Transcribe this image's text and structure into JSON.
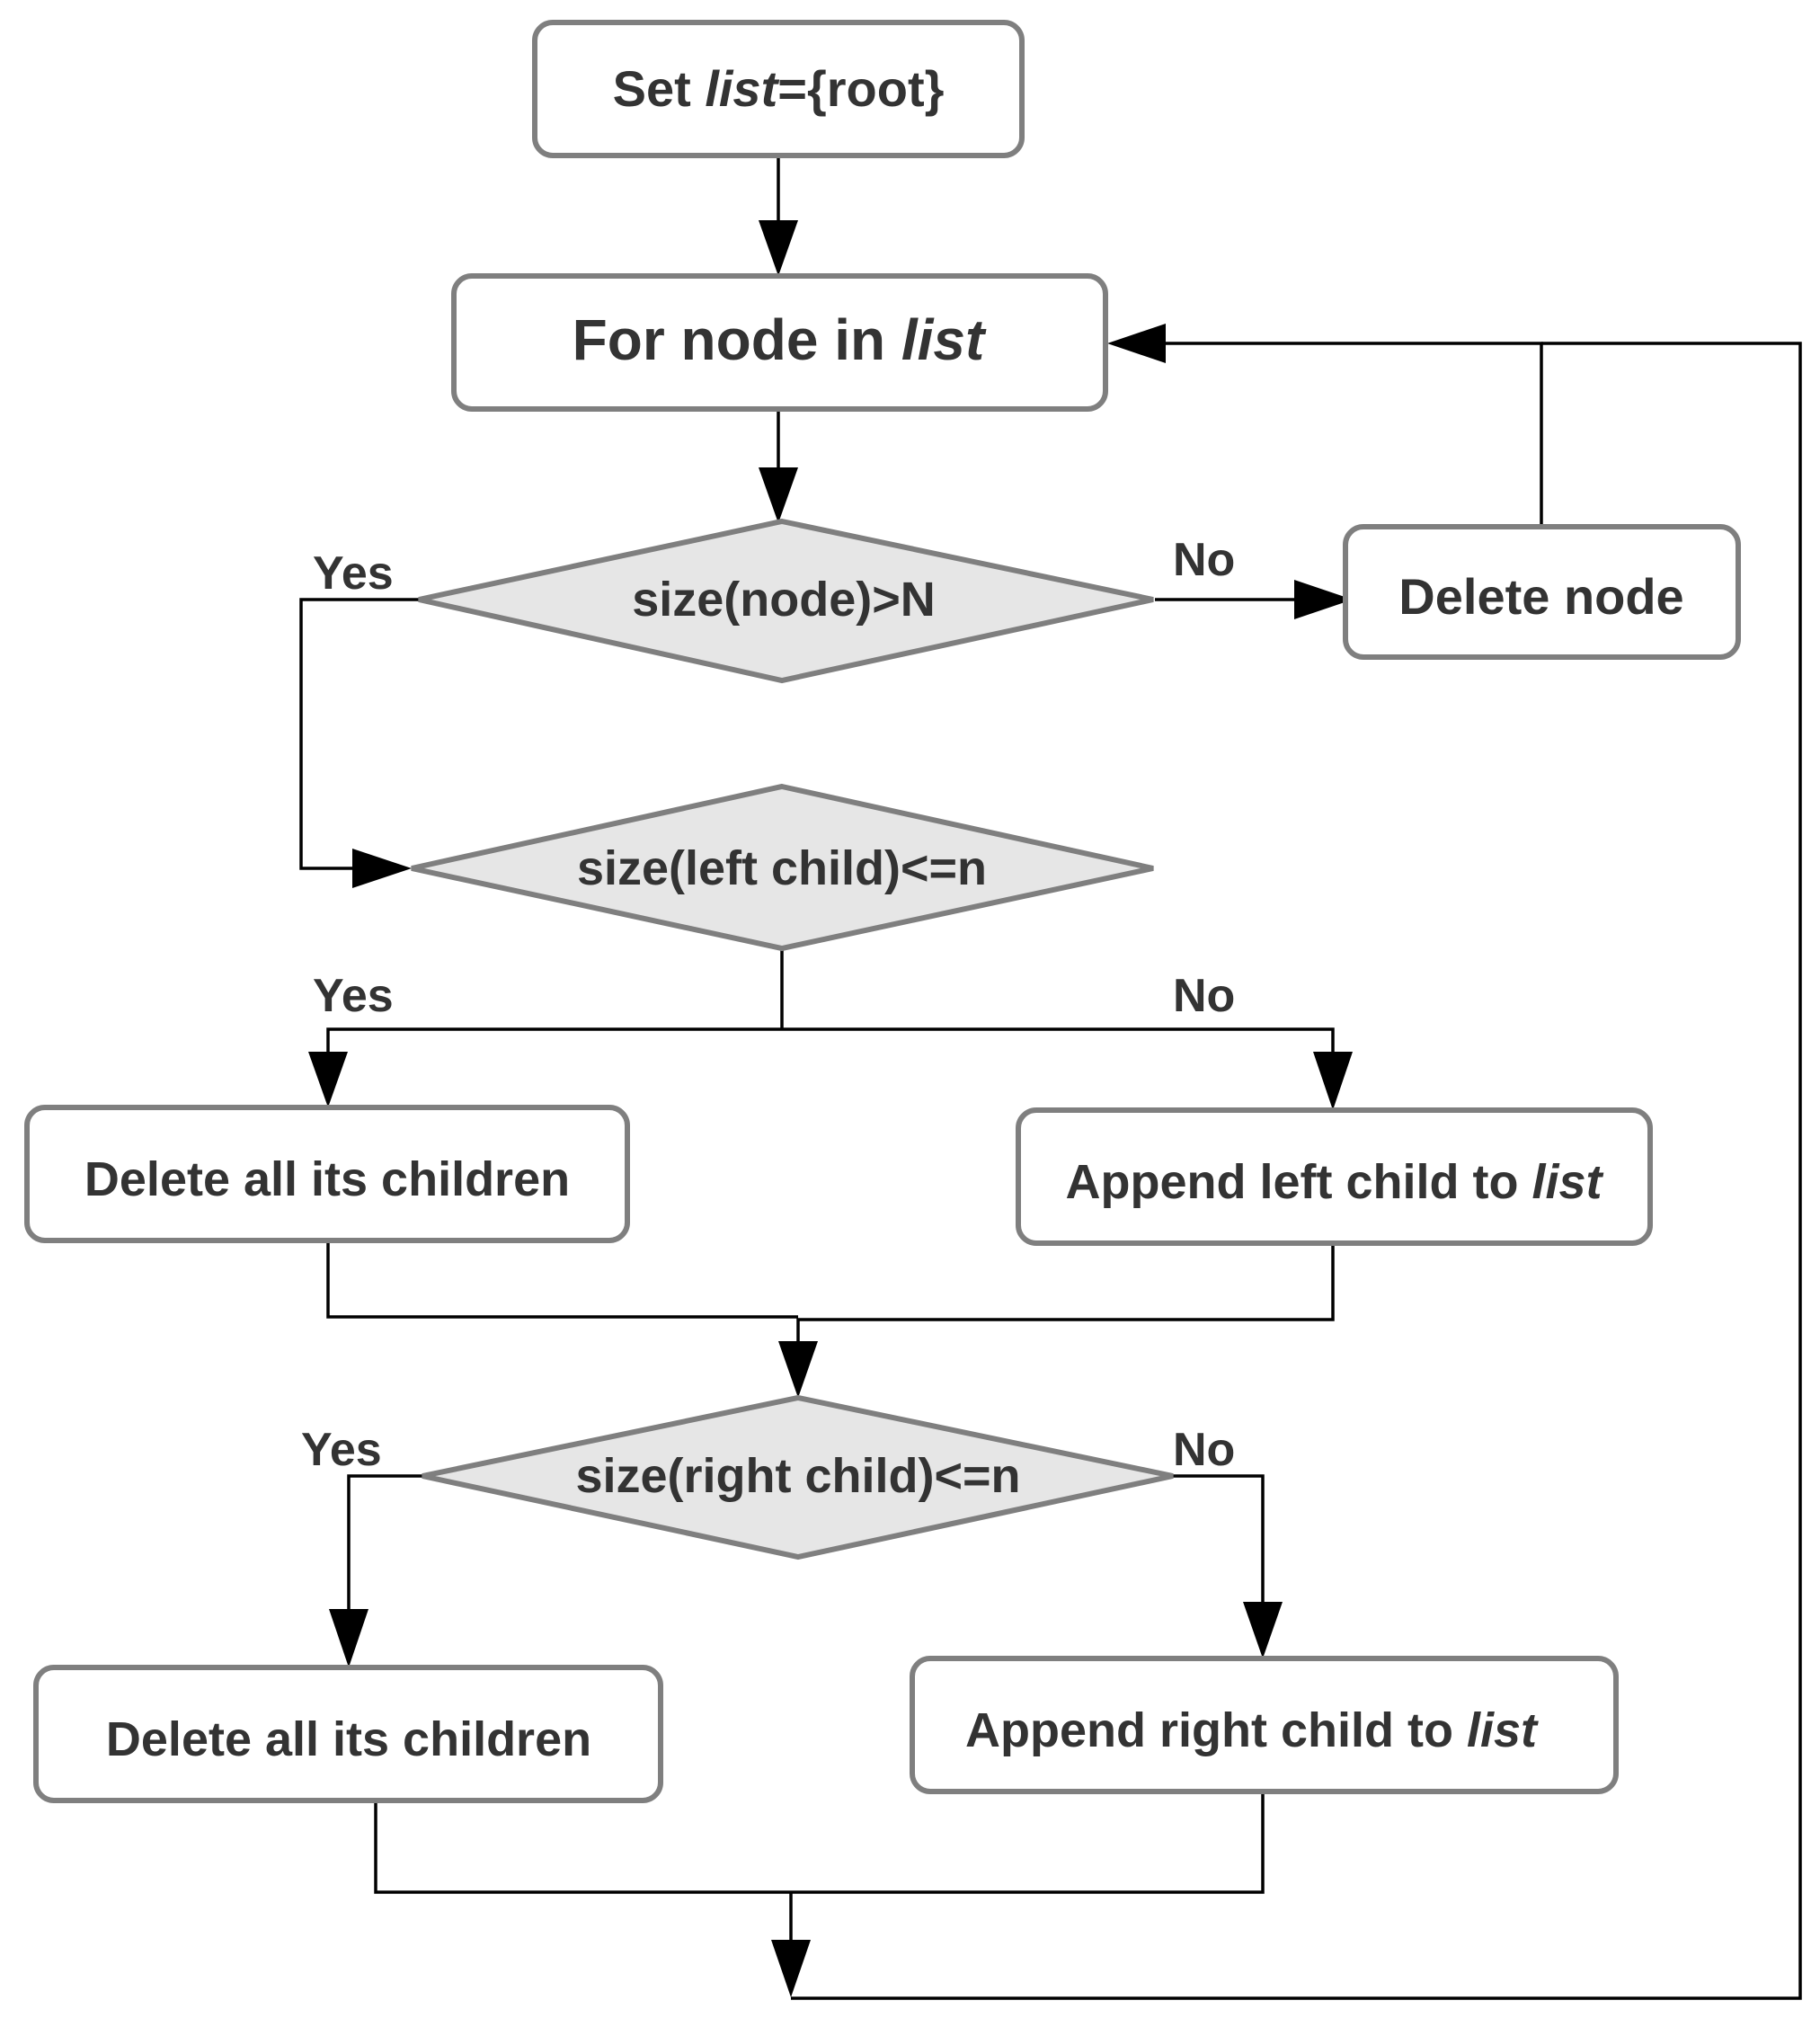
{
  "nodes": {
    "set_list": {
      "prefix": "Set ",
      "emph": "list",
      "suffix": "={root}"
    },
    "for_node": {
      "prefix": "For node in ",
      "emph": "list",
      "suffix": ""
    },
    "size_node": {
      "prefix": "size(node)>N",
      "emph": "",
      "suffix": ""
    },
    "delete_node": {
      "prefix": "Delete node",
      "emph": "",
      "suffix": ""
    },
    "size_left": {
      "prefix": "size(left child)<=n",
      "emph": "",
      "suffix": ""
    },
    "delete_children_left": {
      "prefix": "Delete all its children",
      "emph": "",
      "suffix": ""
    },
    "append_left": {
      "prefix": "Append left child to ",
      "emph": "list",
      "suffix": ""
    },
    "size_right": {
      "prefix": "size(right child)<=n",
      "emph": "",
      "suffix": ""
    },
    "delete_children_right": {
      "prefix": "Delete all its children",
      "emph": "",
      "suffix": ""
    },
    "append_right": {
      "prefix": "Append right child to ",
      "emph": "list",
      "suffix": ""
    }
  },
  "edge_labels": {
    "size_node_yes": "Yes",
    "size_node_no": "No",
    "size_left_yes": "Yes",
    "size_left_no": "No",
    "size_right_yes": "Yes",
    "size_right_no": "No"
  },
  "colors": {
    "box_border": "#7f7f7f",
    "decision_fill": "#e6e6e6",
    "text": "#333333",
    "connector": "#000000"
  }
}
